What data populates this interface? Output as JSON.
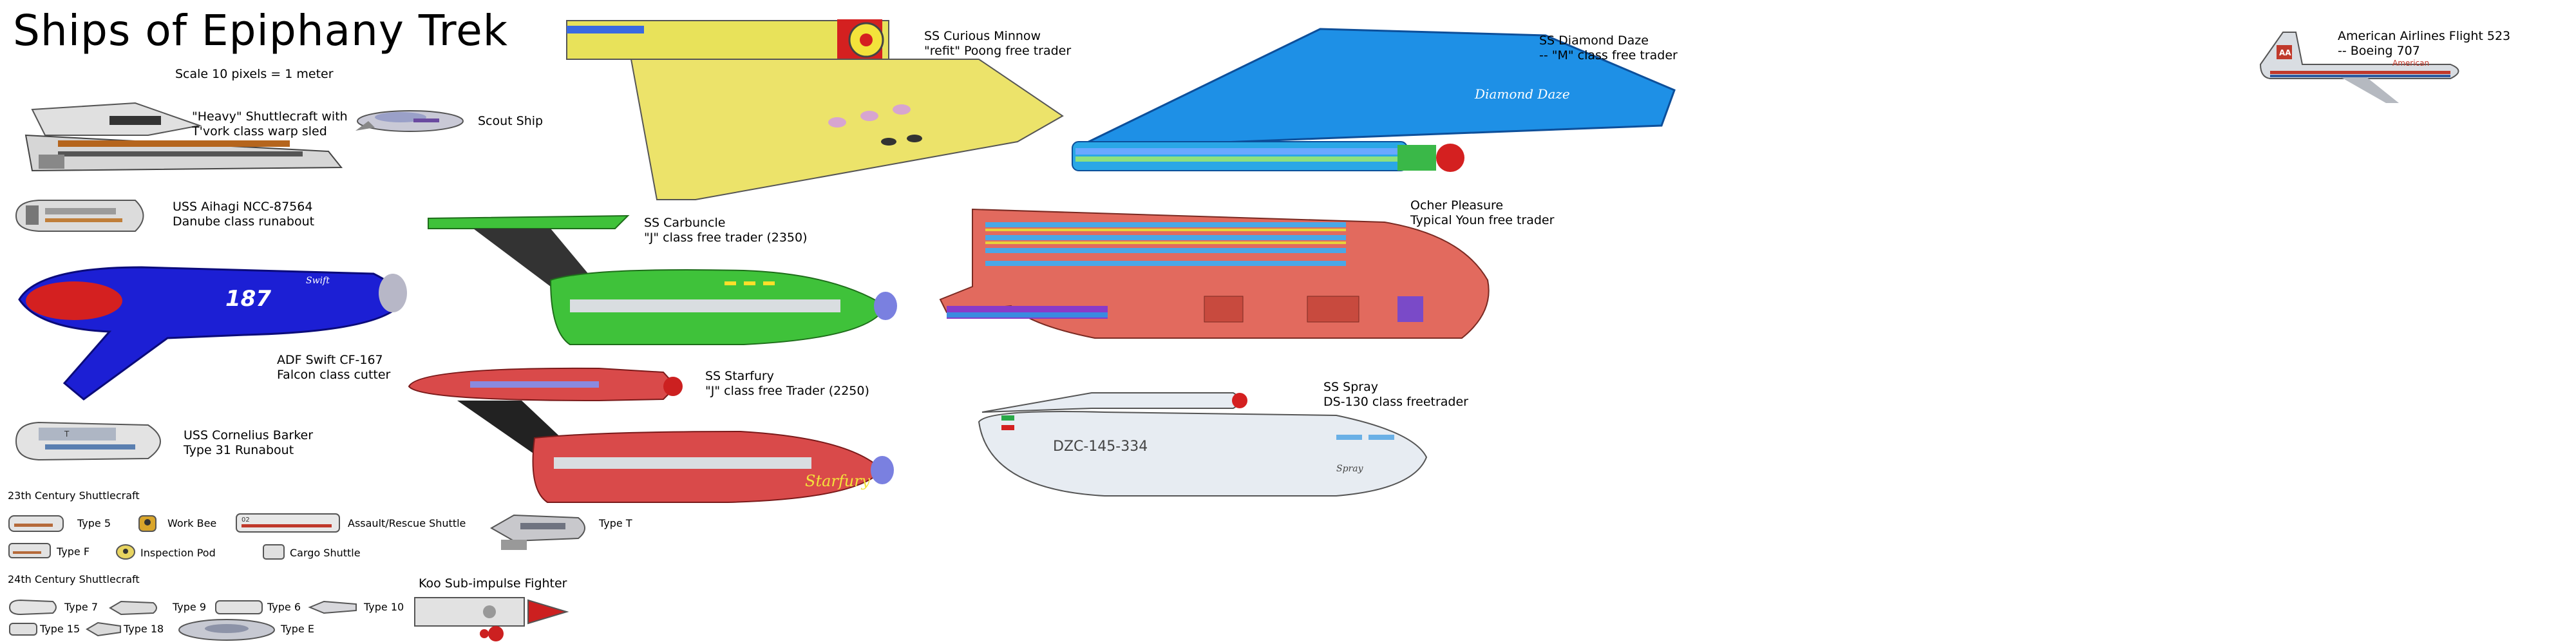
{
  "title": "Ships of Epiphany Trek",
  "scale": "Scale 10 pixels = 1 meter",
  "ships": {
    "heavy_shuttle": {
      "line1": "\"Heavy\" Shuttlecraft with",
      "line2": "T'vork class warp sled"
    },
    "scout": {
      "line1": "Scout Ship"
    },
    "aihagi": {
      "line1": "USS Aihagi NCC-87564",
      "line2": "Danube class runabout"
    },
    "swift": {
      "line1": "ADF Swift CF-167",
      "line2": "Falcon class  cutter",
      "hull_number": "187",
      "script_name": "Swift"
    },
    "cornelius": {
      "line1": "USS Cornelius Barker",
      "line2": "Type 31 Runabout"
    },
    "curious_minnow": {
      "line1": "SS Curious Minnow",
      "line2": "\"refit\" Poong free trader"
    },
    "diamond_daze": {
      "line1": "SS Diamond Daze",
      "line2": "-- \"M\" class free trader",
      "script_name": "Diamond Daze"
    },
    "carbuncle": {
      "line1": "SS Carbuncle",
      "line2": "\"J\" class free trader (2350)"
    },
    "starfury": {
      "line1": "SS Starfury",
      "line2": "\"J\" class free Trader (2250)",
      "script_name": "Starfury"
    },
    "ocher": {
      "line1": "Ocher Pleasure",
      "line2": "Typical Youn free trader"
    },
    "spray": {
      "line1": "SS Spray",
      "line2": "DS-130 class freetrader",
      "registry": "DZC-145-334",
      "script_name": "Spray"
    },
    "airliner": {
      "line1": "American Airlines Flight 523",
      "line2": "-- Boeing 707",
      "livery": "American"
    }
  },
  "shuttles23": {
    "heading": "23th Century Shuttlecraft",
    "items": [
      "Type 5",
      "Work Bee",
      "Assault/Rescue Shuttle",
      "Type T",
      "Type F",
      "Inspection Pod",
      "Cargo Shuttle"
    ]
  },
  "shuttles24": {
    "heading": "24th Century Shuttlecraft",
    "items": [
      "Type 7",
      "Type 9",
      "Type 6",
      "Type 10",
      "Type 15",
      "Type 18",
      "Type E"
    ]
  },
  "koo": {
    "label": "Koo Sub-impulse Fighter"
  },
  "colors": {
    "swift_blue": "#1c1fd4",
    "carbuncle_green": "#3fc23a",
    "starfury_red": "#d94a4a",
    "ocher_red": "#e26a5e",
    "minnow_yellow": "#e8e25a",
    "daze_blue": "#1e90e6",
    "spray_gray": "#e7ecf2"
  }
}
